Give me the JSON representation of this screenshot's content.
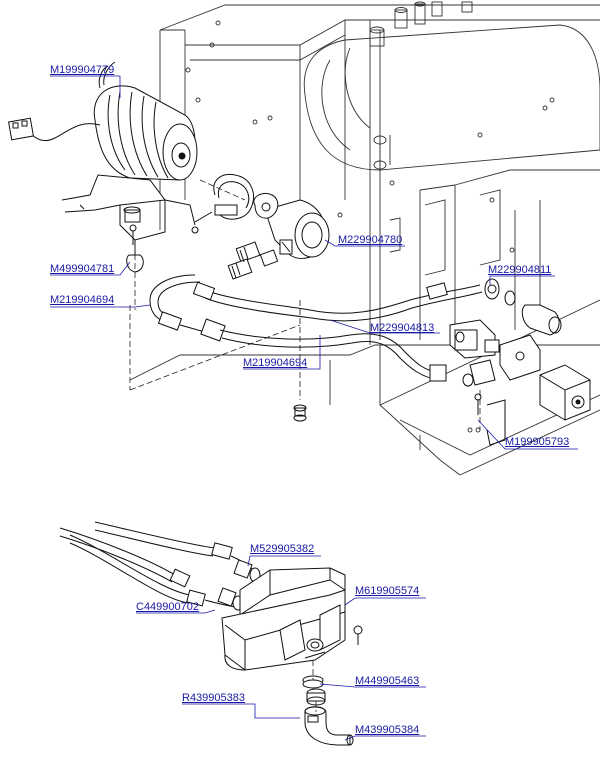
{
  "parts": [
    {
      "code": "M199904779"
    },
    {
      "code": "M229904780"
    },
    {
      "code": "M499904781"
    },
    {
      "code": "M219904694"
    },
    {
      "code": "M229904811"
    },
    {
      "code": "M229904813"
    },
    {
      "code": "M219904694"
    },
    {
      "code": "M199905793"
    },
    {
      "code": "M529905382"
    },
    {
      "code": "M619905574"
    },
    {
      "code": "C449900702"
    },
    {
      "code": "M449905463"
    },
    {
      "code": "R439905383"
    },
    {
      "code": "M439905384"
    }
  ],
  "colors": {
    "line": "#111111",
    "label": "#1a1aa6",
    "leader": "#1a1aa6",
    "fill": "#ffffff",
    "shade": "#cfcfcf"
  }
}
